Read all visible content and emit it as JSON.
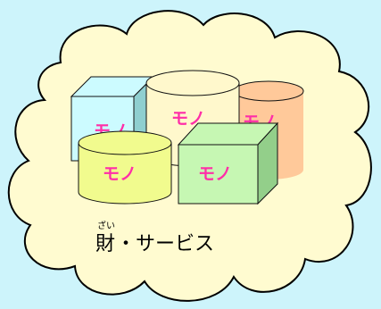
{
  "colors": {
    "background": "#cdf4fb",
    "cloud_fill": "#fffbd0",
    "cloud_outline": "#000000",
    "label": "#ff2ea8",
    "cyan_box": "#ccfbff",
    "cream_cylinder": "#fff8cc",
    "orange_cylinder": "#ffc99a",
    "yellow_cylinder": "#f1fb8e",
    "green_box": "#c6f7b3"
  },
  "items": [
    {
      "shape": "box",
      "label": "モノ",
      "color": "cyan"
    },
    {
      "shape": "cylinder",
      "label": "モノ",
      "color": "cream"
    },
    {
      "shape": "cylinder",
      "label": "モノ",
      "color": "orange"
    },
    {
      "shape": "cylinder",
      "label": "モノ",
      "color": "yellow"
    },
    {
      "shape": "box",
      "label": "モノ",
      "color": "green"
    }
  ],
  "caption": {
    "kanji": "財",
    "ruby": "ざい",
    "rest": "・サービス"
  }
}
